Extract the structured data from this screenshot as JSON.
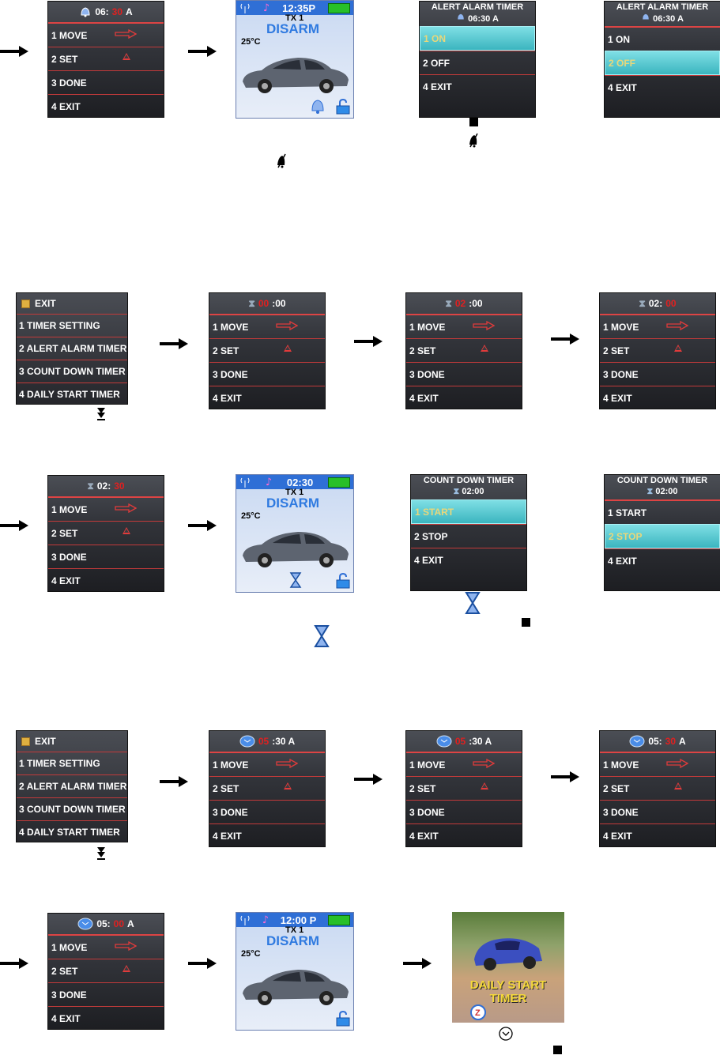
{
  "menu": {
    "move": "1  MOVE",
    "set": "2  SET",
    "done": "3  DONE",
    "exit": "4  EXIT"
  },
  "alarm_set": {
    "time_a": "06:",
    "time_b": "30",
    "time_c": " A"
  },
  "main1": {
    "time": "12:35P",
    "tx": "TX 1",
    "status": "DISARM",
    "temp": "25°C"
  },
  "alert_menu": {
    "title": "ALERT ALARM TIMER",
    "time": "06:30 A",
    "on": "1  ON",
    "off": "2  OFF",
    "exit": "4  EXIT"
  },
  "timer_list": {
    "header": "EXIT",
    "items": [
      "1  TIMER SETTING",
      "2  ALERT ALARM TIMER",
      "3  COUNT DOWN TIMER",
      "4  DAILY START TIMER"
    ]
  },
  "countdown": {
    "s1a": "00",
    "s1b": ":00",
    "s2a": "02",
    "s2b": ":00",
    "s3a": "02:",
    "s3b": "00",
    "s4a": "02:",
    "s4b": "30"
  },
  "main2": {
    "time": "02:30",
    "tx": "TX 1",
    "status": "DISARM",
    "temp": "25°C"
  },
  "cd_menu": {
    "title": "COUNT DOWN TIMER",
    "time": "02:00",
    "start": "1  START",
    "stop": "2  STOP",
    "exit": "4  EXIT"
  },
  "daily": {
    "s1a": "05",
    "s1b": ":30 A",
    "s2a": "05",
    "s2b": ":30 A",
    "s3a": "05:",
    "s3b": "30",
    "s3c": " A",
    "s4a": "05:",
    "s4b": "00",
    "s4c": " A"
  },
  "main3": {
    "time": "12:00 P",
    "tx": "TX 1",
    "status": "DISARM",
    "temp": "25°C"
  },
  "splash": {
    "line1": "DAILY START",
    "line2": "TIMER"
  },
  "colors": {
    "accent_red": "#e02020",
    "selection_cyan": "#5ccad3",
    "header_blue": "#2f6fd6"
  }
}
